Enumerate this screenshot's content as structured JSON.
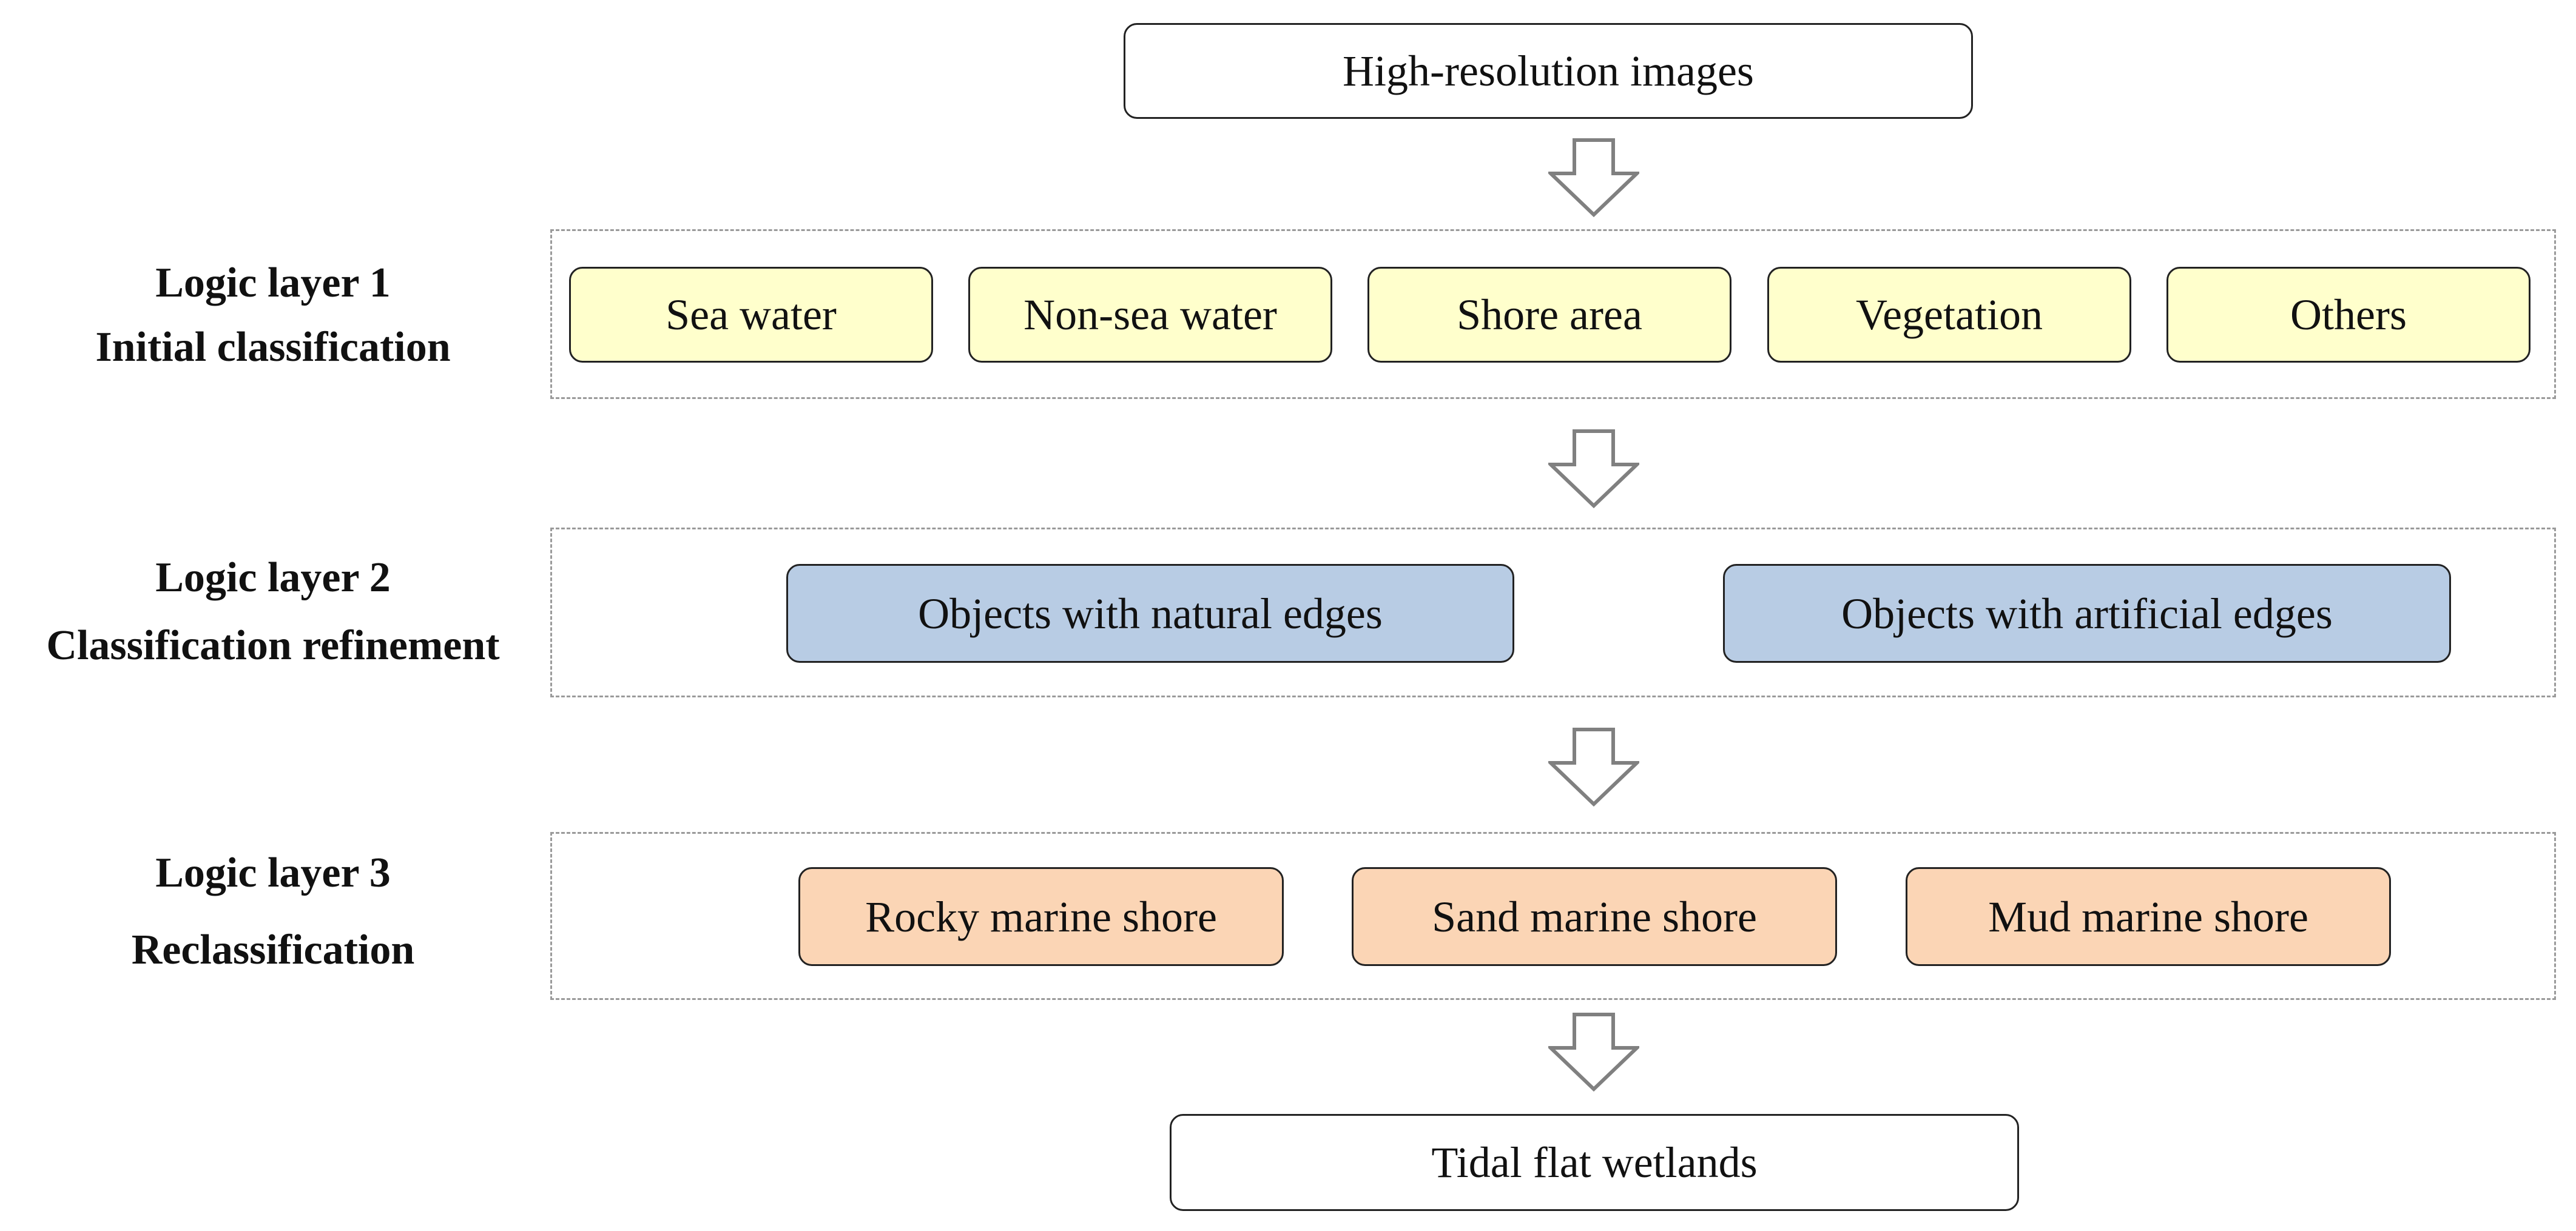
{
  "input": {
    "label": "High-resolution images"
  },
  "layers": [
    {
      "title": "Logic layer 1",
      "subtitle": "Initial classification",
      "items": [
        "Sea water",
        "Non-sea water",
        "Shore area",
        "Vegetation",
        "Others"
      ],
      "fill": "#ffffcc"
    },
    {
      "title": "Logic layer 2",
      "subtitle": "Classification refinement",
      "items": [
        "Objects with natural edges",
        "Objects with artificial edges"
      ],
      "fill": "#b8cce4"
    },
    {
      "title": "Logic layer 3",
      "subtitle": "Reclassification",
      "items": [
        "Rocky marine shore",
        "Sand marine shore",
        "Mud marine shore"
      ],
      "fill": "#fbd5b5"
    }
  ],
  "output": {
    "label": "Tidal flat wetlands"
  },
  "colors": {
    "border": "#222222",
    "dashed_frame": "#9a9a9a",
    "arrow": "#808080"
  },
  "icons": {
    "connector": "hollow-down-arrow-icon"
  }
}
